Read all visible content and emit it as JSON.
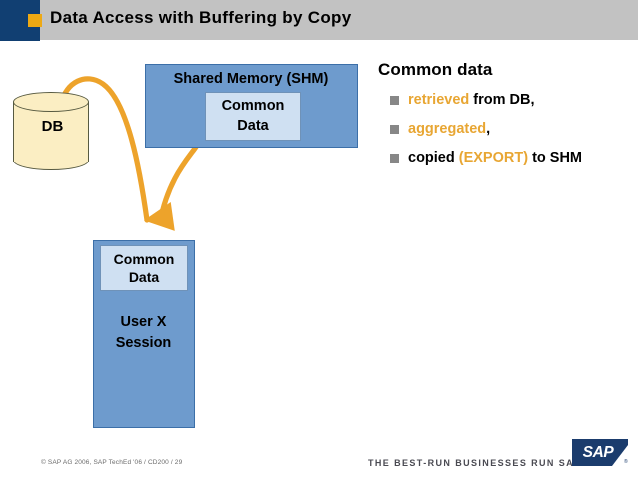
{
  "slide": {
    "title": "Data Access with Buffering by Copy"
  },
  "diagram": {
    "db": {
      "label": "DB"
    },
    "shm": {
      "title": "Shared Memory (SHM)",
      "inner_line1": "Common",
      "inner_line2": "Data"
    },
    "session": {
      "inner_line1": "Common",
      "inner_line2": "Data",
      "label_line1": "User X",
      "label_line2": "Session"
    },
    "arrow_color": "#eda32b"
  },
  "content": {
    "heading": "Common data",
    "bullets": [
      {
        "parts": [
          {
            "text": "retrieved",
            "highlight": true
          },
          {
            "text": " from DB,",
            "highlight": false
          }
        ]
      },
      {
        "parts": [
          {
            "text": "aggregated",
            "highlight": true
          },
          {
            "text": ",",
            "highlight": false
          }
        ]
      },
      {
        "parts": [
          {
            "text": "copied ",
            "highlight": false
          },
          {
            "text": "(EXPORT)",
            "highlight": true
          },
          {
            "text": " to SHM",
            "highlight": false
          }
        ]
      }
    ],
    "bullet_color": "#878787",
    "highlight_color": "#e8a633"
  },
  "footer": {
    "copyright": "© SAP AG 2006, SAP TechEd '06 / CD200 / 29",
    "tagline": "THE BEST-RUN BUSINESSES RUN SAP",
    "tagline_tm": "™",
    "logo_text": "SAP",
    "logo_registered": "®"
  },
  "theme": {
    "header_gray": "#c2c2c2",
    "header_blue": "#113f72",
    "accent_orange": "#eea913",
    "box_blue": "#6e9bcd",
    "box_blue_border": "#3c6fa8",
    "inner_blue": "#cfe0f2",
    "db_cream": "#fbeec3"
  }
}
